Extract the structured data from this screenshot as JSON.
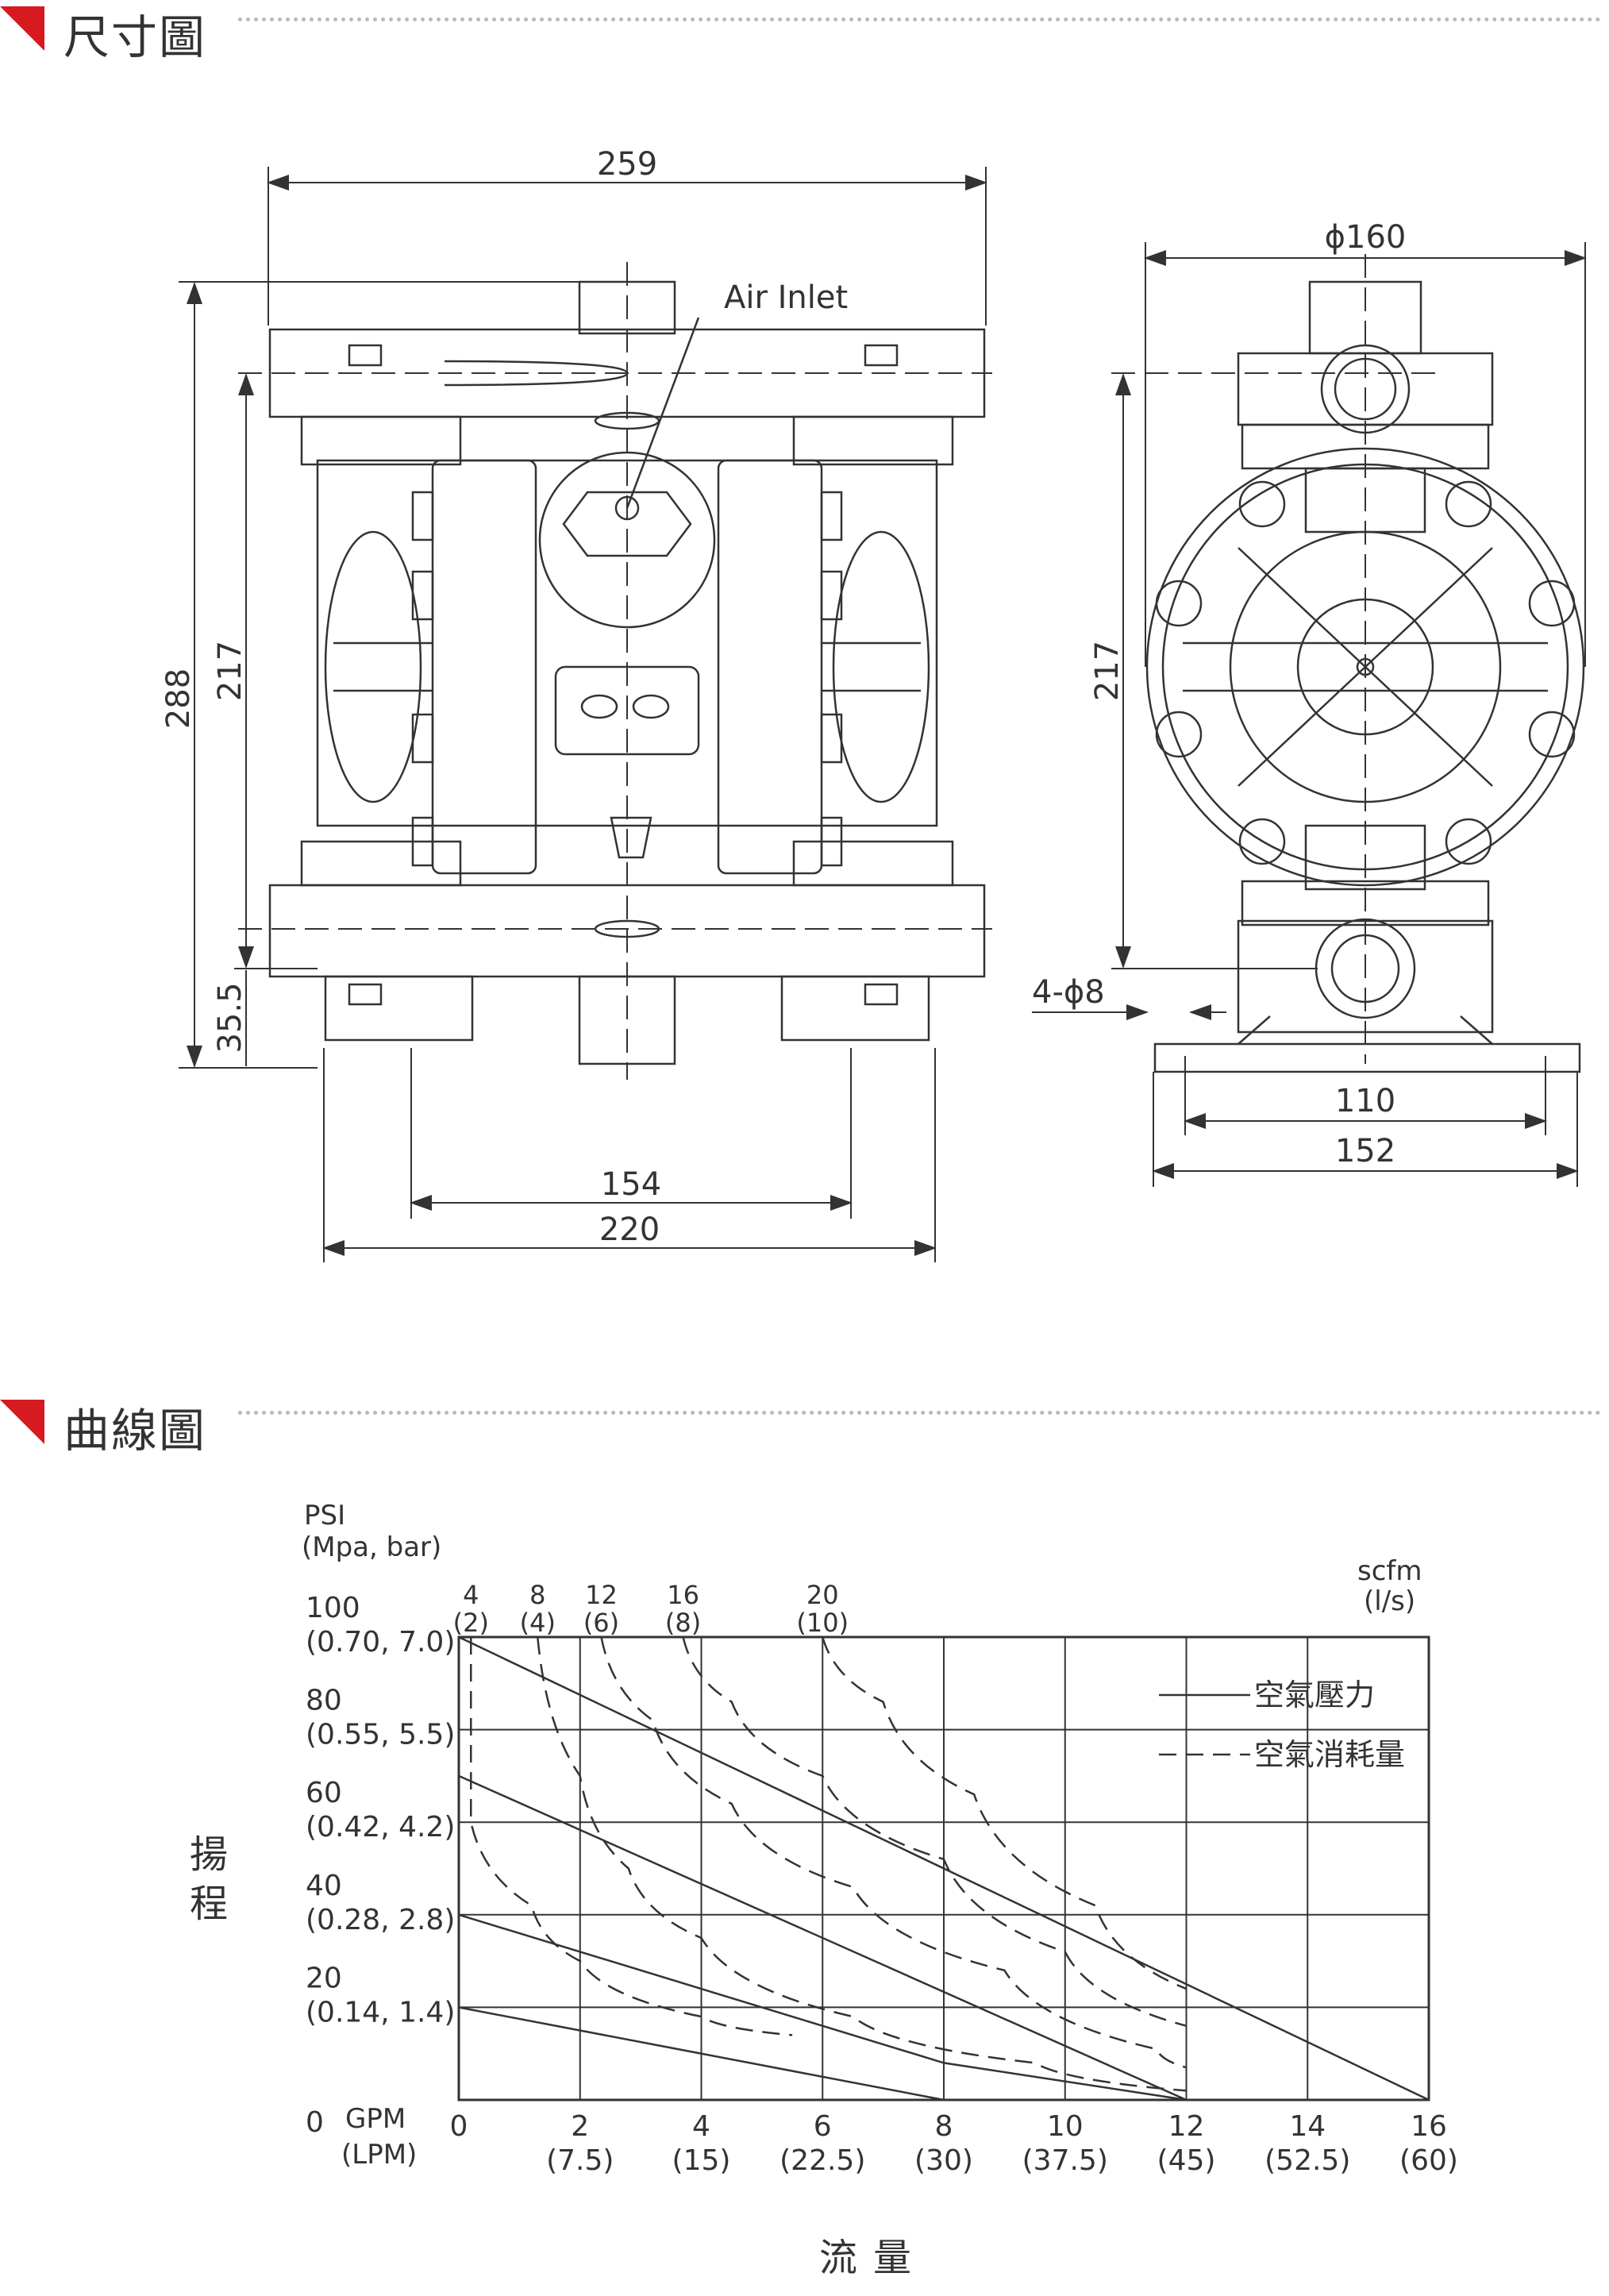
{
  "sections": {
    "dimension_title": "尺寸圖",
    "curve_title": "曲線圖"
  },
  "colors": {
    "accent": "#d71920",
    "line": "#333333",
    "dots": "#b8b8b8"
  },
  "drawing": {
    "air_inlet": "Air Inlet",
    "dim_259": "259",
    "dim_288": "288",
    "dim_217_front": "217",
    "dim_35_5": "35.5",
    "dim_154": "154",
    "dim_220": "220",
    "dim_phi160": "ϕ160",
    "dim_217_side": "217",
    "dim_holes": "4-ϕ8",
    "dim_110": "110",
    "dim_152": "152"
  },
  "chart_data": {
    "type": "line",
    "ylabel_unit": "PSI",
    "ylabel_unit2": "(Mpa, bar)",
    "ylabel": "揚程",
    "xlabel": "流量",
    "x_unit": "GPM",
    "x_unit2": "(LPM)",
    "top_unit": "scfm",
    "top_unit2": "(l/s)",
    "y_ticks": [
      {
        "value": 100,
        "label": "100",
        "sub": "(0.70, 7.0)"
      },
      {
        "value": 80,
        "label": "80",
        "sub": "(0.55, 5.5)"
      },
      {
        "value": 60,
        "label": "60",
        "sub": "(0.42, 4.2)"
      },
      {
        "value": 40,
        "label": "40",
        "sub": "(0.28, 2.8)"
      },
      {
        "value": 20,
        "label": "20",
        "sub": "(0.14, 1.4)"
      },
      {
        "value": 0,
        "label": "0",
        "sub": ""
      }
    ],
    "x_ticks": [
      {
        "value": 0,
        "label": "0",
        "sub": ""
      },
      {
        "value": 2,
        "label": "2",
        "sub": "(7.5)"
      },
      {
        "value": 4,
        "label": "4",
        "sub": "(15)"
      },
      {
        "value": 6,
        "label": "6",
        "sub": "(22.5)"
      },
      {
        "value": 8,
        "label": "8",
        "sub": "(30)"
      },
      {
        "value": 10,
        "label": "10",
        "sub": "(37.5)"
      },
      {
        "value": 12,
        "label": "12",
        "sub": "(45)"
      },
      {
        "value": 14,
        "label": "14",
        "sub": "(52.5)"
      },
      {
        "value": 16,
        "label": "16",
        "sub": "(60)"
      }
    ],
    "air_ticks": [
      {
        "label": "4",
        "sub": "(2)",
        "x": 0.2
      },
      {
        "label": "8",
        "sub": "(4)",
        "x": 1.3
      },
      {
        "label": "12",
        "sub": "(6)",
        "x": 2.35
      },
      {
        "label": "16",
        "sub": "(8)",
        "x": 3.7
      },
      {
        "label": "20",
        "sub": "(10)",
        "x": 6.0
      }
    ],
    "xlim": [
      0,
      16
    ],
    "ylim": [
      0,
      100
    ],
    "legend": {
      "pressure": "空氣壓力",
      "consumption": "空氣消耗量",
      "placement": "top-right"
    },
    "pressure_series": [
      {
        "points": [
          [
            0,
            100
          ],
          [
            16,
            0
          ]
        ]
      },
      {
        "points": [
          [
            0,
            70
          ],
          [
            12,
            0
          ]
        ]
      },
      {
        "points": [
          [
            0,
            40
          ],
          [
            8,
            8
          ],
          [
            12,
            0
          ]
        ]
      },
      {
        "points": [
          [
            0,
            20
          ],
          [
            8,
            0
          ]
        ]
      }
    ],
    "air_series": [
      {
        "points": [
          [
            0.2,
            100
          ],
          [
            0.2,
            60
          ],
          [
            1.2,
            42
          ],
          [
            2.0,
            30
          ],
          [
            4.0,
            18
          ],
          [
            5.5,
            14
          ]
        ]
      },
      {
        "points": [
          [
            1.3,
            100
          ],
          [
            2.0,
            70
          ],
          [
            2.8,
            50
          ],
          [
            4.0,
            35
          ],
          [
            6.5,
            18
          ],
          [
            9.5,
            8
          ],
          [
            12,
            2
          ]
        ]
      },
      {
        "points": [
          [
            2.35,
            100
          ],
          [
            3.2,
            82
          ],
          [
            4.5,
            64
          ],
          [
            6.5,
            46
          ],
          [
            9.0,
            28
          ],
          [
            11.5,
            11
          ],
          [
            12,
            7
          ]
        ]
      },
      {
        "points": [
          [
            3.7,
            100
          ],
          [
            4.5,
            86
          ],
          [
            6.0,
            70
          ],
          [
            8.0,
            52
          ],
          [
            10.0,
            32
          ],
          [
            12,
            16
          ]
        ]
      },
      {
        "points": [
          [
            6.0,
            100
          ],
          [
            7.0,
            86
          ],
          [
            8.5,
            66
          ],
          [
            10.5,
            42
          ],
          [
            12,
            24
          ]
        ]
      }
    ],
    "grid": true
  }
}
